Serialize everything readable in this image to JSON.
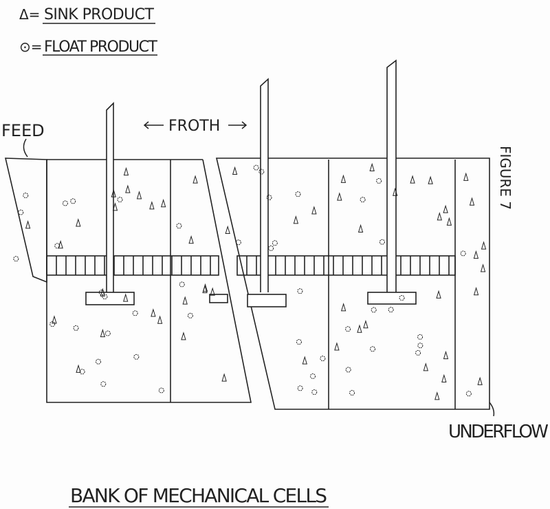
{
  "legend": [
    {
      "symbol": "Δ=",
      "label": "SINK PRODUCT",
      "icon": "triangle-icon"
    },
    {
      "symbol": "⊙=",
      "label": "FLOAT PRODUCT",
      "icon": "circle-icon"
    }
  ],
  "labels": {
    "feed": "FEED",
    "froth": "FROTH",
    "underflow": "UNDERFLOW",
    "figure": "FIGURE 7"
  },
  "title": "BANK OF MECHANICAL CELLS",
  "colors": {
    "ink": "#222222"
  }
}
